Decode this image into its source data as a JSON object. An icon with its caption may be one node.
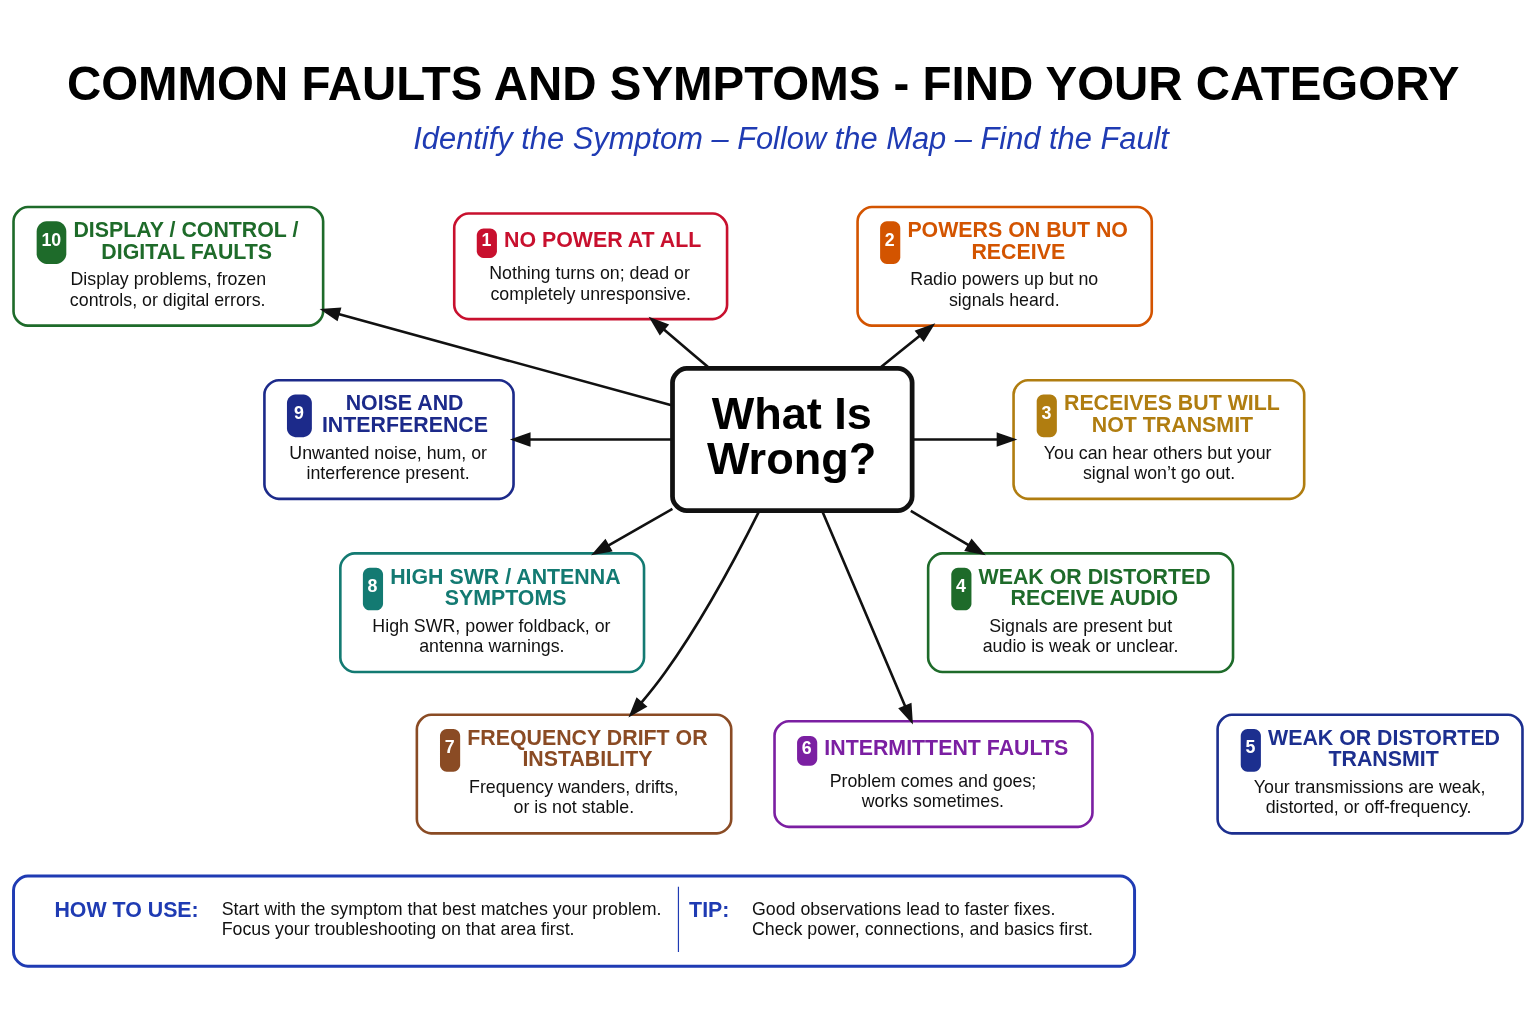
{
  "diagram": {
    "title": "COMMON FAULTS AND SYMPTOMS - FIND YOUR CATEGORY",
    "nodes": [
      {
        "text": [
          "What Is Wrong?"
        ]
      },
      {
        "text": [
          "1",
          "NO POWER AT ALL",
          "Nothing turns on; dead or completely unresponsive."
        ]
      },
      {
        "text": [
          "2",
          "POWERS ON BUT NO RECEIVE",
          "Radio powers up but no signals heard."
        ]
      },
      {
        "text": [
          "3",
          "RECEIVES BUT WILL NOT TRANSMIT",
          "You can hear others but your signal won’t go out."
        ]
      },
      {
        "text": [
          "4",
          "WEAK OR DISTORTED RECEIVE AUDIO",
          "Signals are present but audio is weak or unclear."
        ]
      },
      {
        "text": [
          "5",
          "WEAK OR DISTORTED TRANSMIT",
          "Your transmissions are weak, distorted, or off-frequency."
        ]
      },
      {
        "text": [
          "6",
          "INTERMITTENT FAULTS",
          "Problem comes and goes; works sometimes."
        ]
      },
      {
        "text": [
          "7",
          "FREQUENCY DRIFT OR INSTABILITY",
          "Frequency wanders, drifts, or is not stable."
        ]
      },
      {
        "text": [
          "8",
          "HIGH SWR / ANTENNA SYMPTOMS",
          "High SWR, power foldback, or antenna warnings."
        ]
      },
      {
        "text": [
          "9",
          "NOISE AND INTERFERENCE",
          "Unwanted noise, hum, or interference present."
        ]
      },
      {
        "text": [
          "10",
          "DISPLAY / CONTROL / DIGITAL FAULTS",
          "Display problems, frozen controls, or digital errors."
        ]
      },
      {
        "text": [
          "HOW TO USE:",
          "Start with the symptom that best matches your problem. Focus your troubleshooting on that area first.",
          "TIP:",
          "Good observations lead to faster fixes. Check power, connections, and basics first."
        ]
      }
    ],
    "edges": [
      {
        "from": 0,
        "to": 1,
        "arrow": "to"
      },
      {
        "from": 0,
        "to": 10,
        "arrow": "to"
      },
      {
        "from": 0,
        "to": 9,
        "arrow": "to"
      },
      {
        "from": 0,
        "to": 8,
        "arrow": "to"
      },
      {
        "from": 0,
        "to": 7,
        "arrow": "to"
      },
      {
        "from": 0,
        "to": 6,
        "arrow": "to"
      },
      {
        "from": 0,
        "to": 4,
        "arrow": "to"
      },
      {
        "from": 0,
        "to": 3,
        "arrow": "to"
      },
      {
        "from": 0,
        "to": 2,
        "arrow": "to"
      }
    ],
    "labels": [
      "Identify the Symptom – Follow the Map – Find the Fault"
    ]
  }
}
